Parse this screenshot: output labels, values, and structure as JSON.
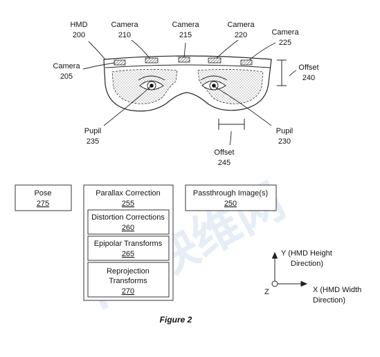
{
  "watermark": "NE映维网",
  "headset": {
    "hmd": {
      "title": "HMD",
      "ref": "200"
    },
    "cameras": [
      {
        "title": "Camera",
        "ref": "205"
      },
      {
        "title": "Camera",
        "ref": "210"
      },
      {
        "title": "Camera",
        "ref": "215"
      },
      {
        "title": "Camera",
        "ref": "220"
      },
      {
        "title": "Camera",
        "ref": "225"
      }
    ],
    "offset_vertical": {
      "title": "Offset",
      "ref": "240"
    },
    "offset_horizontal": {
      "title": "Offset",
      "ref": "245"
    },
    "pupil_left": {
      "title": "Pupil",
      "ref": "235"
    },
    "pupil_right": {
      "title": "Pupil",
      "ref": "230"
    }
  },
  "blocks": {
    "pose": {
      "title": "Pose",
      "ref": "275"
    },
    "parallax": {
      "title": "Parallax Correction",
      "ref": "255"
    },
    "distortion": {
      "title": "Distortion Corrections",
      "ref": "260"
    },
    "epipolar": {
      "title": "Epipolar Transforms",
      "ref": "265"
    },
    "reprojection": {
      "title_line1": "Reprojection",
      "title_line2": "Transforms",
      "ref": "270"
    },
    "passthrough": {
      "title": "Passthrough Image(s)",
      "ref": "250"
    }
  },
  "axes": {
    "y_label_line1": "Y  (HMD Height",
    "y_label_line2": "Direction)",
    "x_label_line1": "X (HMD Width",
    "x_label_line2": "Direction)",
    "z_label": "Z"
  },
  "figure_caption": "Figure 2"
}
